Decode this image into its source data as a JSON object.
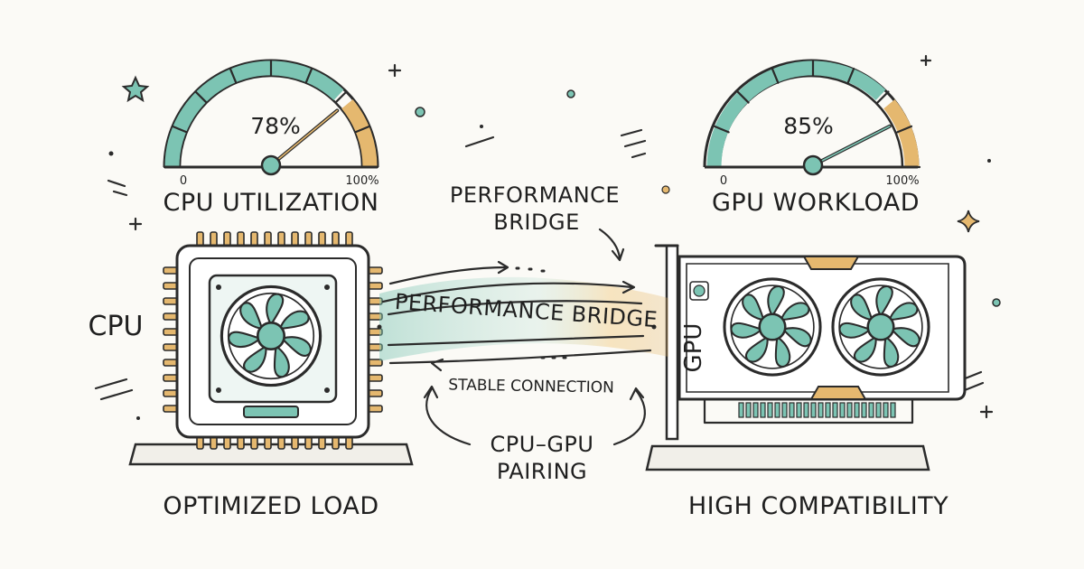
{
  "cpu_gauge": {
    "value_label": "78%",
    "value": 78,
    "min_label": "0",
    "max_label": "100%",
    "caption": "CPU UTILIZATION"
  },
  "gpu_gauge": {
    "value_label": "85%",
    "value": 85,
    "min_label": "0",
    "max_label": "100%",
    "caption": "GPU WORKLOAD"
  },
  "cpu_label": "CPU",
  "gpu_label": "GPU",
  "bridge_top_line1": "PERFORMANCE",
  "bridge_top_line2": "BRIDGE",
  "bridge_middle": "PERFORMANCE BRIDGE",
  "bridge_connection": "STABLE CONNECTION",
  "pairing_line1": "CPU–GPU",
  "pairing_line2": "PAIRING",
  "cpu_caption": "OPTIMIZED LOAD",
  "gpu_caption": "HIGH COMPATIBILITY",
  "colors": {
    "teal": "#7cc4b3",
    "orange": "#e5b86f",
    "ink": "#2b2b2b",
    "background": "#fbfaf6"
  },
  "icons": [
    "star-icon",
    "sparkle-icon",
    "dot-icon",
    "fan-icon",
    "arrow-icon"
  ]
}
